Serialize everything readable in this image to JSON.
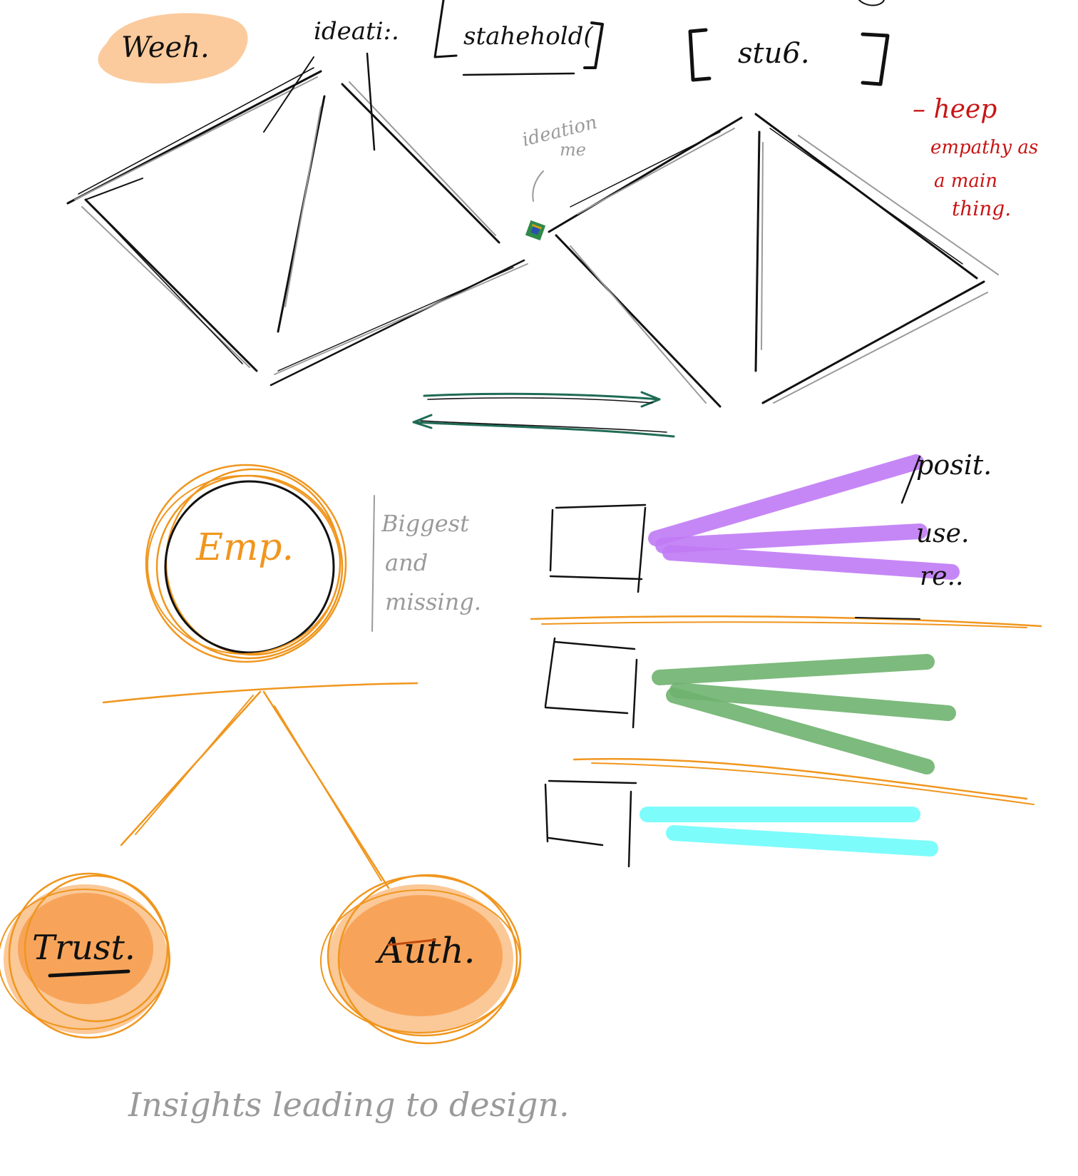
{
  "colors": {
    "ink": "#111111",
    "pencil": "#9a9a9a",
    "orange": "#f0961e",
    "orange_fill": "#f7a45a",
    "orange_soft": "#fbc898",
    "red": "#c81414",
    "teal": "#1f6b55",
    "purple": "#c07af5",
    "green": "#6fb36f",
    "cyan": "#6ffcfc",
    "tag_green": "#2f8a4a",
    "tag_blue": "#2b4fb0",
    "tag_gold": "#c9a11a"
  },
  "labels": {
    "week": "Weeh.",
    "ideation": "ideati:.",
    "stakeholder": "stahehold(",
    "studio": "stu6.",
    "ideation_note_line1": "ideation",
    "ideation_note_line2": "me",
    "keep_line1": "– heep",
    "keep_line2": "empathy as",
    "keep_line3": "a main",
    "keep_line4": "thing.",
    "emp": "Emp.",
    "biggest_line1": "Biggest",
    "biggest_line2": "and",
    "biggest_line3": "missing.",
    "trust": "Trust.",
    "auth": "Auth.",
    "insights": "Insights leading to design.",
    "posit": "posit.",
    "use": "use.",
    "re": "re.."
  }
}
